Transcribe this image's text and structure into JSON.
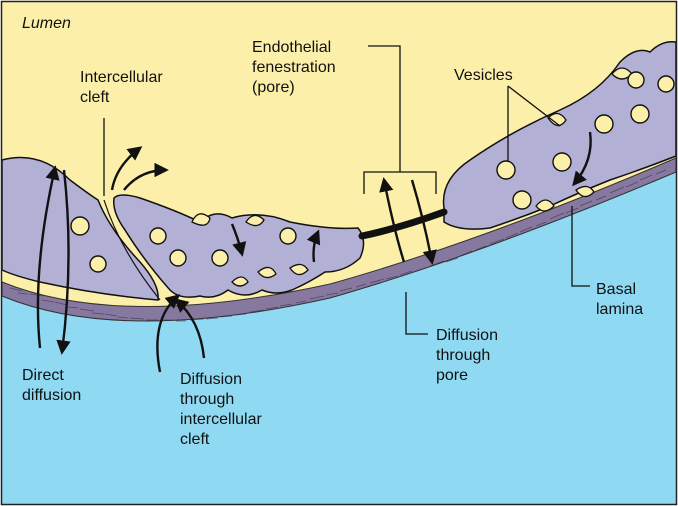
{
  "colors": {
    "lumen": "#FCEFA9",
    "interstitium": "#8FD9F2",
    "cell": "#B3B0D6",
    "basal_lamina": "#86789E",
    "outline": "#111111",
    "frame": "#222222"
  },
  "labels": {
    "lumen": "Lumen",
    "intercellular_cleft": "Intercellular\ncleft",
    "endothelial_fenestration": "Endothelial\nfenestration\n(pore)",
    "vesicles": "Vesicles",
    "basal_lamina": "Basal\nlamina",
    "direct_diffusion": "Direct\ndiffusion",
    "diffusion_cleft": "Diffusion\nthrough\nintercellular\ncleft",
    "diffusion_pore": "Diffusion\nthrough\npore"
  }
}
